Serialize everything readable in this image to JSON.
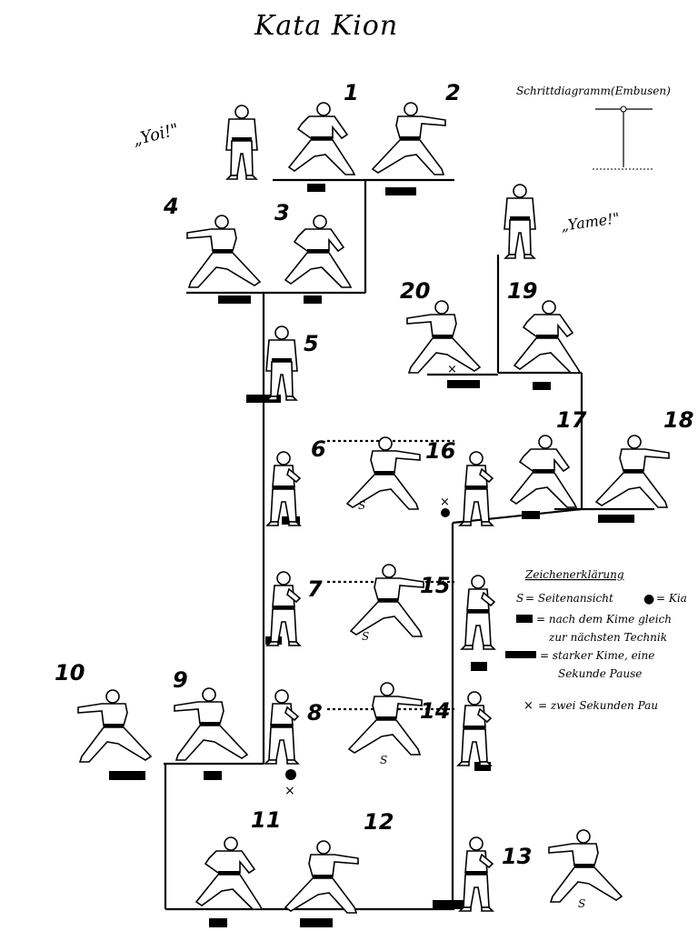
{
  "title": "Kata Kion",
  "commands": {
    "yoi": "„Yoi!\"",
    "yame": "„Yame!\""
  },
  "step_diagram_label": "Schrittdiagramm(Embusen)",
  "legend": {
    "title": "Zeichenerklärung",
    "items": [
      {
        "symbol": "S",
        "text": "= Seitenansicht"
      },
      {
        "symbol": "●",
        "text": "= Kia"
      },
      {
        "symbol": "short-bar",
        "text": "= nach dem Kime gleich"
      },
      {
        "symbol": "",
        "text": "zur nächsten Technik"
      },
      {
        "symbol": "long-bar",
        "text": "= starker Kime, eine"
      },
      {
        "symbol": "",
        "text": "Sekunde Pause"
      },
      {
        "symbol": "×",
        "text": "= zwei Sekunden Pau"
      }
    ]
  },
  "markers": {
    "side_view": "S",
    "kiai": "●",
    "pause": "×"
  },
  "steps": [
    "1",
    "2",
    "3",
    "4",
    "5",
    "6",
    "7",
    "8",
    "9",
    "10",
    "11",
    "12",
    "13",
    "14",
    "15",
    "16",
    "17",
    "18",
    "19",
    "20"
  ]
}
